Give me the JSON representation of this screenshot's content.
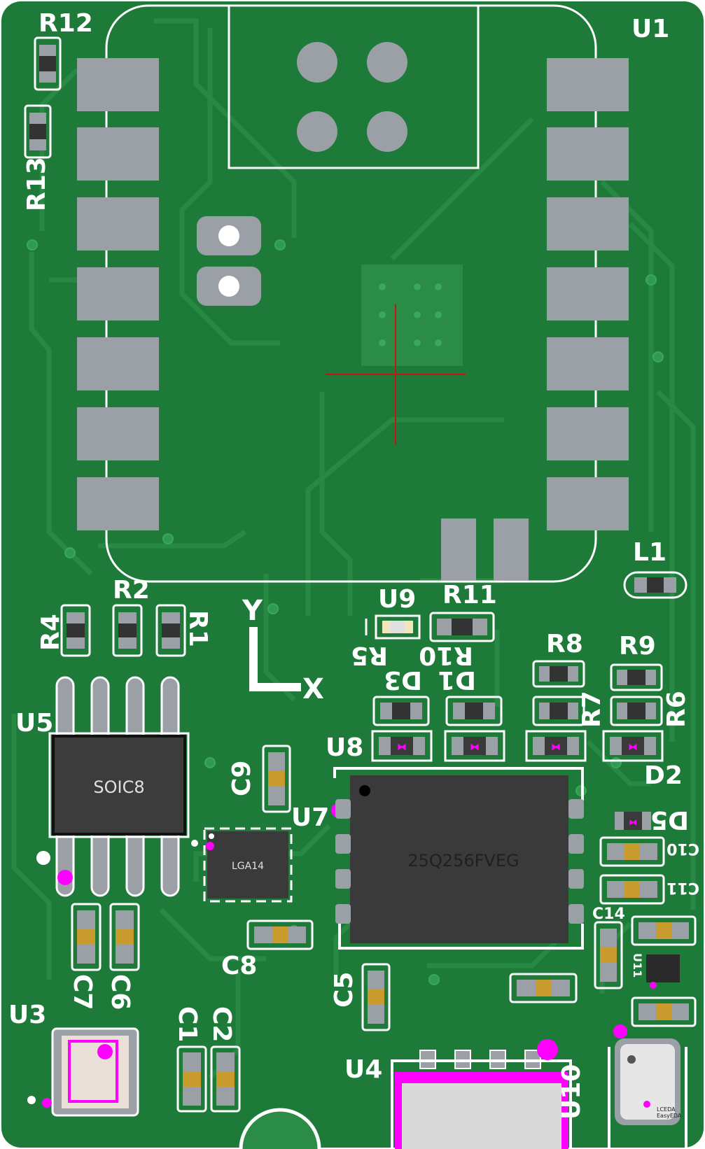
{
  "board": {
    "mask_color": "#1f7a3a",
    "silk_color": "#ffffff",
    "pad_color": "#9aa0a6",
    "pin1_marker_color": "#ff00ff"
  },
  "designators": {
    "u1": "U1",
    "r12": "R12",
    "r13": "R13",
    "l1": "L1",
    "r2": "R2",
    "r4": "R4",
    "r1": "R1",
    "u9": "U9",
    "r11": "R11",
    "r5": "R5",
    "r10": "R10",
    "d3": "D3",
    "d1": "D1",
    "r8": "R8",
    "r9": "R9",
    "r7": "R7",
    "r6": "R6",
    "u8": "U8",
    "d2": "D2",
    "u5": "U5",
    "c9": "C9",
    "u7": "U7",
    "d5": "D5",
    "c10": "C10",
    "c11": "C11",
    "c14": "C14",
    "u11": "U11",
    "c8": "C8",
    "c5": "C5",
    "c7": "C7",
    "c6": "C6",
    "u3": "U3",
    "c1": "C1",
    "c2": "C2",
    "u4": "U4",
    "u10": "U10"
  },
  "axis": {
    "y": "Y",
    "x": "X"
  },
  "packages": {
    "u5": "SOIC8",
    "u7": "LGA14",
    "flash": "25Q256FVEG",
    "u10_logo_line1": "LCEDA",
    "u10_logo_line2": "EasyEDA"
  }
}
